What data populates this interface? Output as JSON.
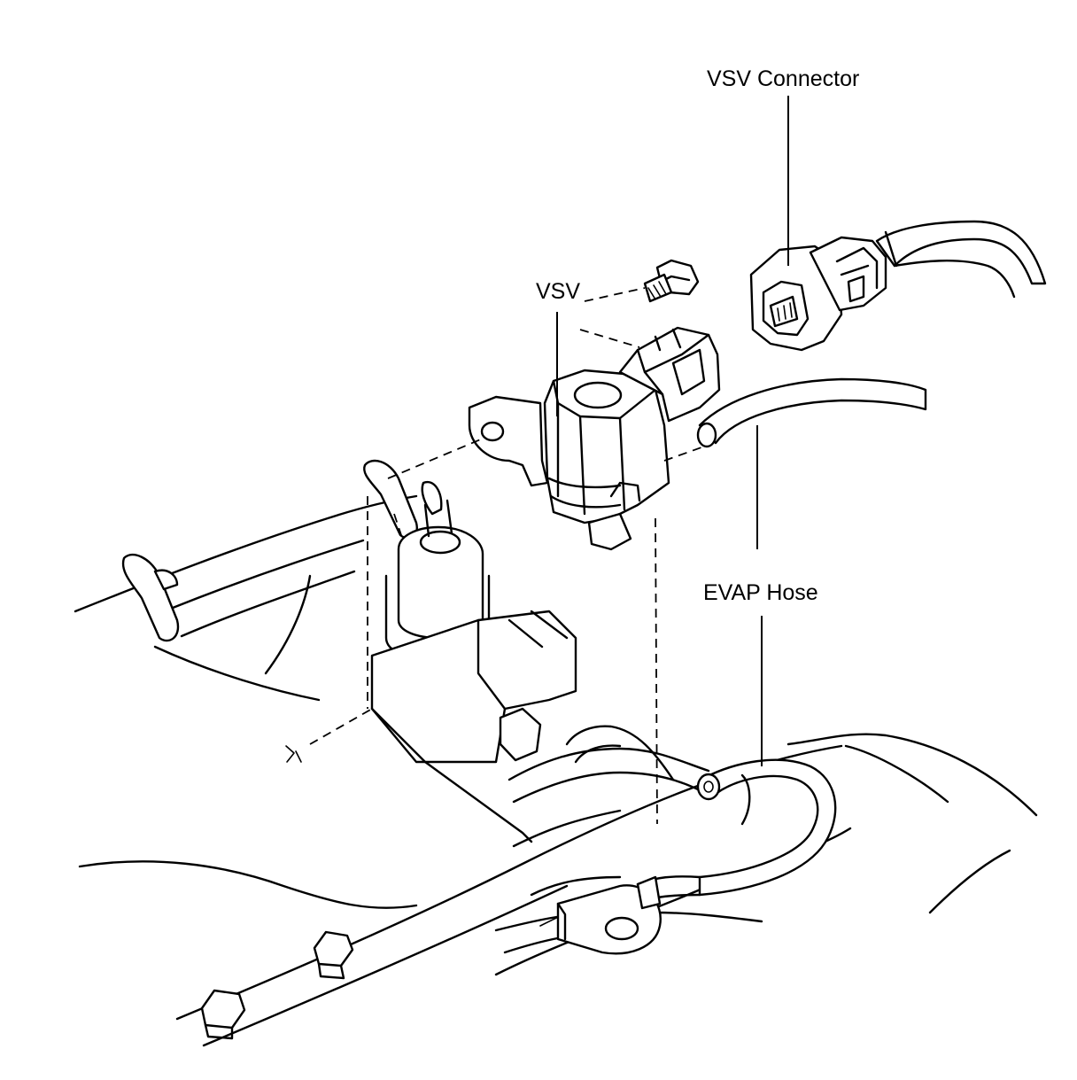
{
  "labels": {
    "vsv_connector": "VSV Connector",
    "vsv": "VSV",
    "evap_hose": "EVAP Hose"
  },
  "colors": {
    "line": "#000000",
    "background": "#ffffff"
  }
}
